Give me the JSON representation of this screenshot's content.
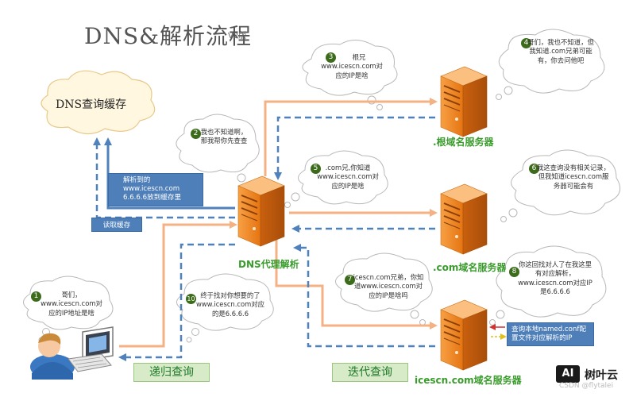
{
  "title": "DNS&解析流程",
  "title_version": "V2版",
  "nodes": {
    "cache": "DNS查询缓存",
    "proxy": "DNS代理解析",
    "root": ".根域名服务器",
    "com": ".com域名服务器",
    "icescn": "icescn.com域名服务器"
  },
  "steps": [
    {
      "num": "1",
      "text": "哥们，www.icescn.com对应的IP地址是啥"
    },
    {
      "num": "2",
      "text": "我也不知道啊，那我帮你先查查"
    },
    {
      "num": "3",
      "text": "根兄www.icescn.com对应的IP是啥"
    },
    {
      "num": "4",
      "text": "哥们，我也不知道，但我知道.com兄弟可能有，你去问他吧"
    },
    {
      "num": "5",
      "text": ".com兄,你知道www.icescn.com对应的IP是啥"
    },
    {
      "num": "6",
      "text": "我这查询没有相关记录，但我知道icescn.com服务器可能会有"
    },
    {
      "num": "7",
      "text": "icescn.com兄弟，你知道www.icescn.com对应的IP是啥吗"
    },
    {
      "num": "8",
      "text": "你这回找对人了在我这里有对应解析，www.icescn.com对应IP是6.6.6.6"
    },
    {
      "num": "9",
      "text": "解析到的www.icescn.com 6.6.6.6放到缓存里"
    },
    {
      "num": "10",
      "text": "终于找对你想要的了www.icescn.com对应的是6.6.6.6"
    }
  ],
  "labels": {
    "read_cache": "读取缓存",
    "recursive": "递归查询",
    "iterative": "迭代查询",
    "named_conf": "查询本地named.conf配置文件对应解析的IP"
  },
  "branding": {
    "logo_mark": "AI",
    "logo_text": "树叶云",
    "watermark": "CSDN @flytalei"
  },
  "colors": {
    "request_arrow": "#f4b183",
    "response_arrow": "#4f81bd",
    "server_orange": "#f08a24",
    "step_badge": "#3d6b1c",
    "node_label": "#3a9c2c"
  }
}
